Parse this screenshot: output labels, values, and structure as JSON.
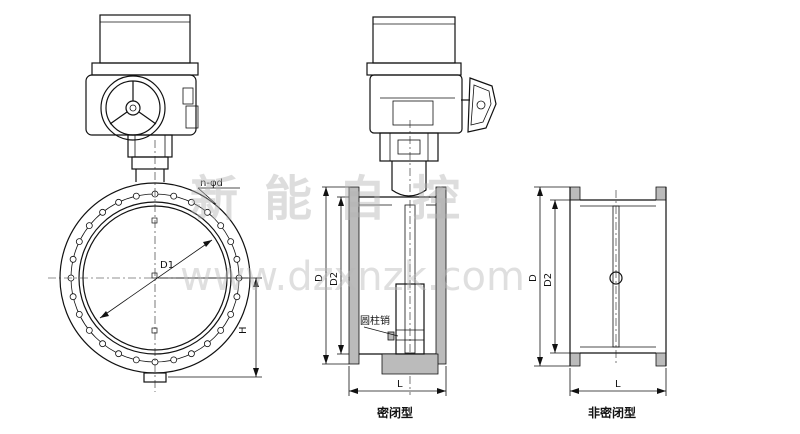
{
  "labels": {
    "n_phi_d": "n-φd",
    "d1": "D1",
    "h": "H",
    "d": "D",
    "d2": "D2",
    "l": "L",
    "pin_note": "圆柱销",
    "d_right": "D",
    "d2_right": "D2",
    "l_right": "L"
  },
  "captions": {
    "sealed": "密闭型",
    "unsealed": "非密闭型"
  },
  "watermark": {
    "brand": "新能自控",
    "url": "www.dzxnzk.com"
  }
}
